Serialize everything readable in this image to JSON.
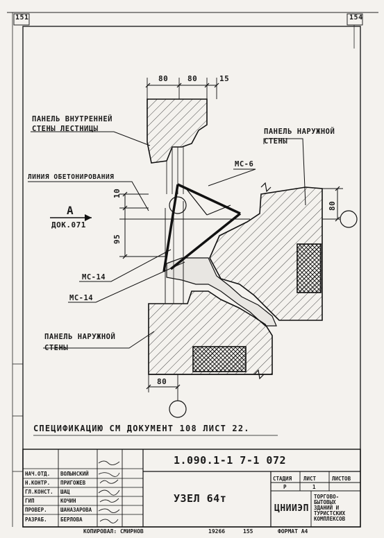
{
  "corner_left": "151",
  "corner_right": "154",
  "labels": {
    "inner_panel_line1": "ПАНЕЛЬ ВНУТРЕННЕЙ",
    "inner_panel_line2": "СТЕНЫ ЛЕСТНИЦЫ",
    "concrete_line": "ЛИНИЯ ОБЕТОНИРОВАНИЯ",
    "outer_panel_top_line1": "ПАНЕЛЬ НАРУЖНОЙ",
    "outer_panel_top_line2": "СТЕНЫ",
    "outer_panel_bottom_line1": "ПАНЕЛЬ НАРУЖНОЙ",
    "outer_panel_bottom_line2": "СТЕНЫ",
    "ms6": "МС-6",
    "ms14_a": "МС-14",
    "ms14_b": "МС-14",
    "view_letter": "А",
    "view_ref": "ДОК.071"
  },
  "dimensions": {
    "top_1": "80",
    "top_2": "80",
    "top_3": "15",
    "left_10": "10",
    "left_95": "95",
    "right_80": "80",
    "bottom_80": "80"
  },
  "spec_note": "СПЕЦИФИКАЦИЮ СМ ДОКУМЕНТ 108 ЛИСТ 22.",
  "title_block": {
    "doc_code": "1.090.1-1  7-1  072",
    "title": "УЗЕЛ 64т",
    "headers": [
      "СТАДИЯ",
      "ЛИСТ",
      "ЛИСТОВ"
    ],
    "stage_value": "Р",
    "sheet_value": "1",
    "org": "ЦНИИЭП",
    "org_desc": [
      "ТОРГОВО-",
      "БЫТОВЫХ",
      "ЗДАНИЙ И",
      "ТУРИСТСКИХ",
      "КОМПЛЕКСОВ"
    ],
    "roles": [
      {
        "role": "НАЧ.ОТД.",
        "name": "ВОЛЫНСКИЙ"
      },
      {
        "role": "Н.КОНТР.",
        "name": "ПРИГОЖЕВ"
      },
      {
        "role": "ГЛ.КОНСТ.",
        "name": "ШАЦ"
      },
      {
        "role": "ГИП",
        "name": "КОЧИН"
      },
      {
        "role": "ПРОВЕР.",
        "name": "ШАНАЗАРОВА"
      },
      {
        "role": "РАЗРАБ.",
        "name": "БЕРЛОВА"
      }
    ]
  },
  "footer": {
    "text1": "КОПИРОВАЛ: СМИРНОВ",
    "text2": "19266",
    "text3": "155",
    "text4": "ФОРМАТ А4"
  }
}
